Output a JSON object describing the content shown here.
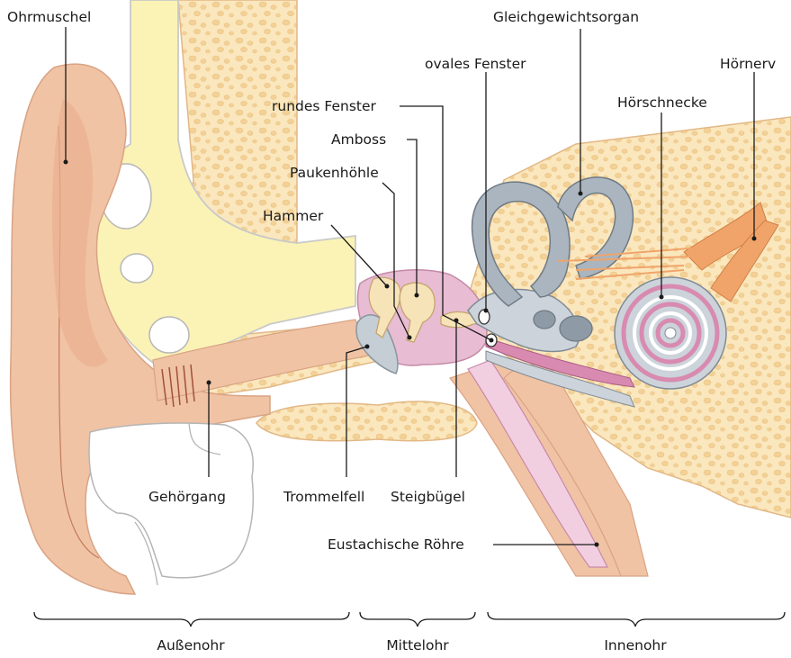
{
  "labels": {
    "ohrmuschel": "Ohrmuschel",
    "gleichgewichtsorgan": "Gleichgewichtsorgan",
    "ovales_fenster": "ovales Fenster",
    "hoernerv": "Hörnerv",
    "rundes_fenster": "rundes Fenster",
    "hoerschnecke": "Hörschnecke",
    "amboss": "Amboss",
    "paukenhoehle": "Paukenhöhle",
    "hammer": "Hammer",
    "gehoergang": "Gehörgang",
    "trommelfell": "Trommelfell",
    "steigbuegel": "Steigbügel",
    "eustachische_roehre": "Eustachische Röhre"
  },
  "sections": {
    "aussenohr": "Außenohr",
    "mittelohr": "Mittelohr",
    "innenohr": "Innenohr"
  },
  "colors": {
    "skin": "#f0c3a4",
    "skin_dark": "#e2a07f",
    "bone": "#fbe7bd",
    "bone_pores": "#f3d196",
    "cartilage": "#fbf3b6",
    "ossicles": "#f6e3b8",
    "middle_ear_pink": "#e8bcd2",
    "inner_gray": "#aab5bf",
    "inner_gray_light": "#ccd3da",
    "cochlea_pink": "#d88ab0",
    "nerve": "#f0a46a",
    "tube_pink": "#f2cfe0"
  }
}
